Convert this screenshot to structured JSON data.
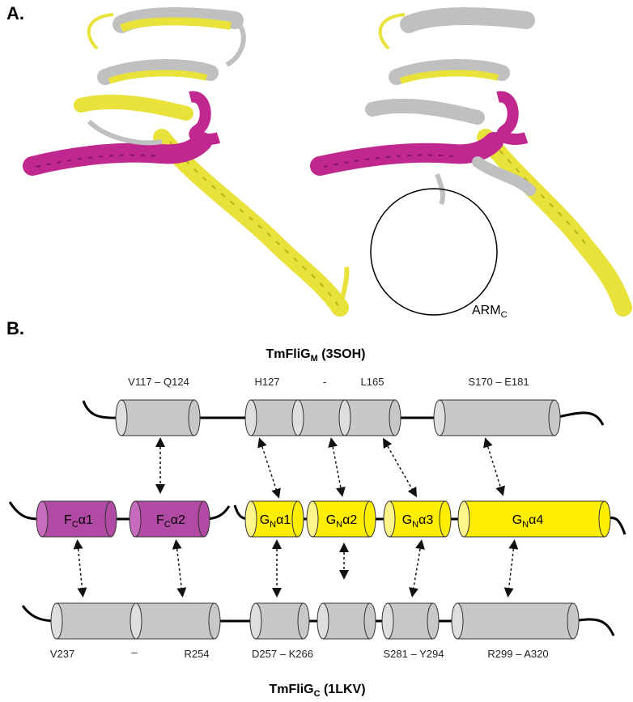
{
  "panel_a": {
    "label": "A.",
    "annotation_main": "ARM",
    "annotation_sub": "C"
  },
  "panel_b": {
    "label": "B.",
    "top_title_main": "TmFliG",
    "top_title_sub": "M",
    "top_title_tail": " (3SOH)",
    "bottom_title_main": "TmFliG",
    "bottom_title_sub": "C",
    "bottom_title_tail": " (1LKV)",
    "top_ranges": [
      "V117 – Q124",
      "H127",
      "-",
      "L165",
      "S170 – E181"
    ],
    "bottom_ranges": [
      "V237",
      "–",
      "R254",
      "D257 – K266",
      "S281 – Y294",
      "R299 – A320"
    ],
    "helices": [
      {
        "pre": "F",
        "sub": "C",
        "post": "α1"
      },
      {
        "pre": "F",
        "sub": "C",
        "post": "α2"
      },
      {
        "pre": "G",
        "sub": "N",
        "post": "α1"
      },
      {
        "pre": "G",
        "sub": "N",
        "post": "α2"
      },
      {
        "pre": "G",
        "sub": "N",
        "post": "α3"
      },
      {
        "pre": "G",
        "sub": "N",
        "post": "α4"
      }
    ]
  },
  "colors": {
    "magenta": "#b04aa5",
    "yellow": "#ffee00",
    "gray": "#c8c8c8",
    "structure_magenta": "#c0278f",
    "structure_yellow": "#e8e23a",
    "structure_gray": "#c0c0c0"
  },
  "icons": [
    "dashed-double-arrow-icon",
    "helix-cylinder-icon"
  ]
}
